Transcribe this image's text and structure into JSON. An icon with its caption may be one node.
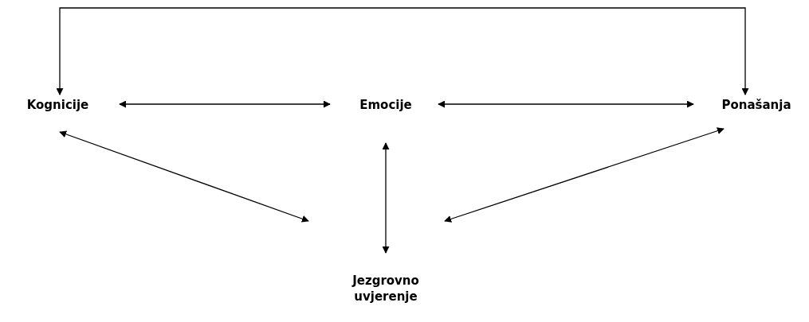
{
  "diagram": {
    "nodes": [
      {
        "text": [
          "Kognicije"
        ]
      },
      {
        "text": [
          "Emocije"
        ]
      },
      {
        "text": [
          "Ponašanja"
        ]
      },
      {
        "text": [
          "Jezgrovno uvjerenje"
        ]
      }
    ],
    "edges": [
      {
        "from": 0,
        "to": 1,
        "arrow": "both"
      },
      {
        "from": 1,
        "to": 2,
        "arrow": "both"
      },
      {
        "from": 0,
        "to": 2,
        "arrow": "both"
      },
      {
        "from": 0,
        "to": 3,
        "arrow": "both"
      },
      {
        "from": 1,
        "to": 3,
        "arrow": "both"
      },
      {
        "from": 2,
        "to": 3,
        "arrow": "both"
      }
    ]
  }
}
